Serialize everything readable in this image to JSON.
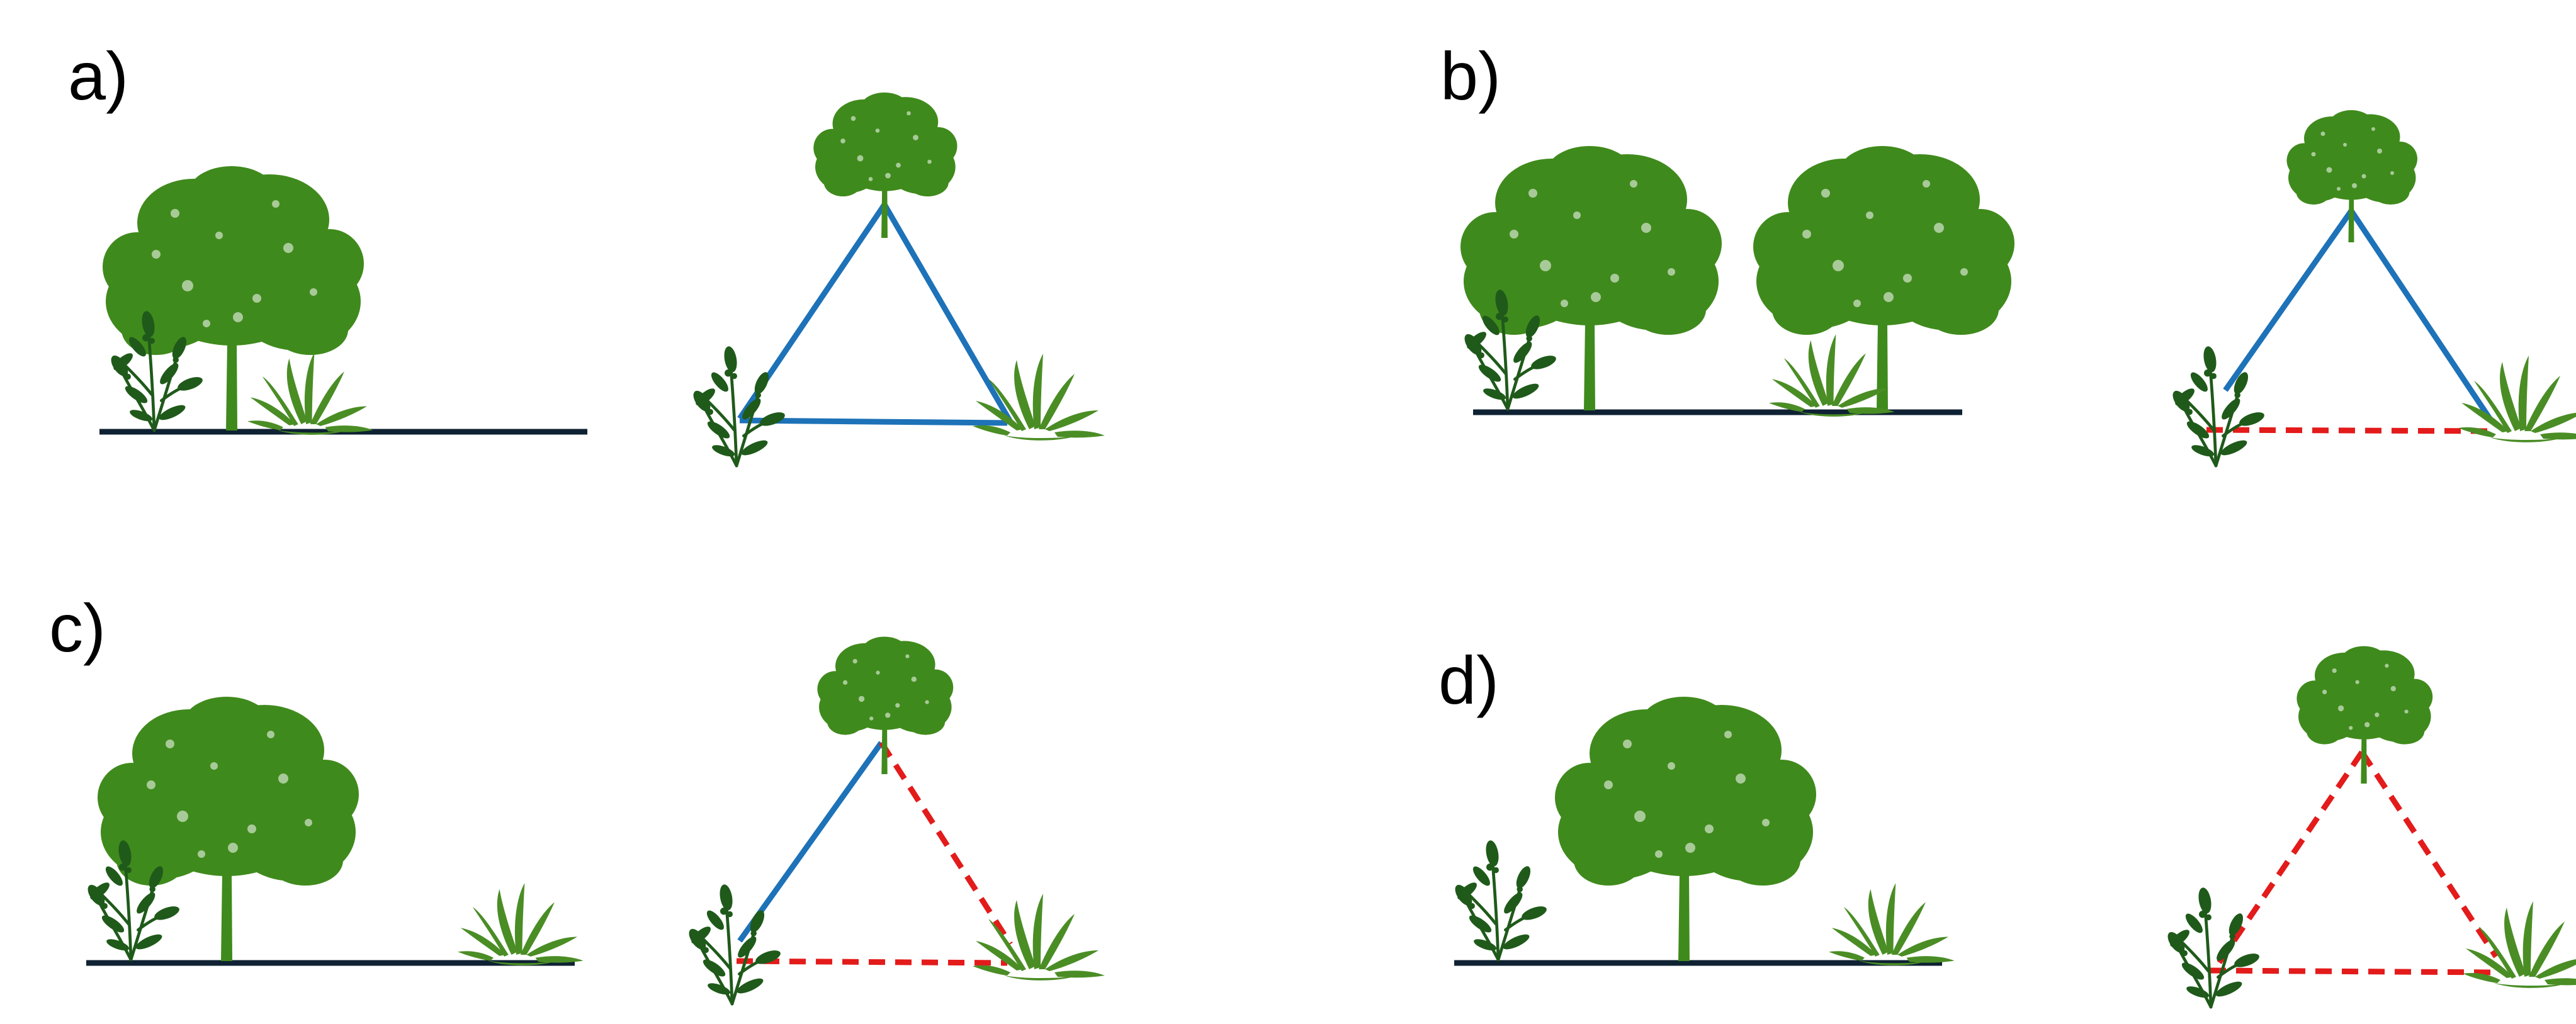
{
  "panels": [
    {
      "id": "a",
      "label": "a)",
      "edges": {
        "tree_herb": "solid",
        "tree_grass": "solid",
        "herb_grass": "solid"
      }
    },
    {
      "id": "b",
      "label": "b)",
      "edges": {
        "tree_herb": "solid",
        "tree_grass": "solid",
        "herb_grass": "dashed"
      }
    },
    {
      "id": "c",
      "label": "c)",
      "edges": {
        "tree_herb": "solid",
        "tree_grass": "dashed",
        "herb_grass": "dashed"
      }
    },
    {
      "id": "d",
      "label": "d)",
      "edges": {
        "tree_herb": "dashed",
        "tree_grass": "dashed",
        "herb_grass": "dashed"
      }
    }
  ],
  "colors": {
    "tree": "#3f8a1c",
    "herb": "#1f5a1a",
    "grass": "#4a8d25",
    "ground": "#0f2233",
    "solid_edge": "#1d72b8",
    "dashed_edge": "#e31b1b"
  },
  "icons": [
    "tree-icon",
    "herb-icon",
    "grass-icon"
  ]
}
